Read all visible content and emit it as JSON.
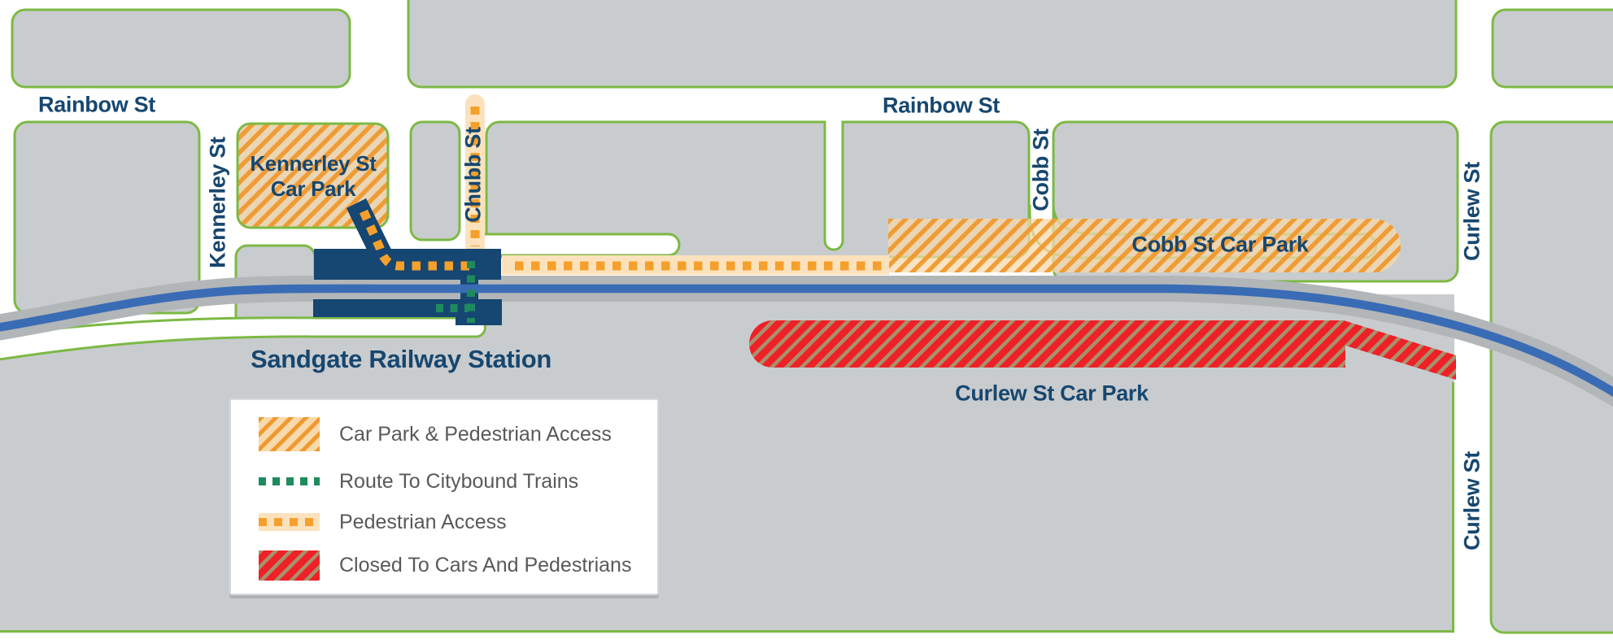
{
  "map": {
    "streets": {
      "rainbow_st_left": "Rainbow St",
      "rainbow_st_right": "Rainbow St",
      "kennerley_st": "Kennerley St",
      "chubb_st": "Chubb St",
      "cobb_st": "Cobb St",
      "curlew_st_upper": "Curlew St",
      "curlew_st_lower": "Curlew St"
    },
    "places": {
      "kennerley_car_park_line1": "Kennerley St",
      "kennerley_car_park_line2": "Car Park",
      "station": "Sandgate Railway Station",
      "cobb_car_park": "Cobb St Car Park",
      "curlew_car_park": "Curlew St Car Park"
    }
  },
  "legend": {
    "items": [
      {
        "key": "car-park-pedestrian-access",
        "label": "Car Park & Pedestrian Access"
      },
      {
        "key": "route-to-citybound-trains",
        "label": "Route To Citybound Trains"
      },
      {
        "key": "pedestrian-access",
        "label": "Pedestrian Access"
      },
      {
        "key": "closed-to-cars-and-pedestrians",
        "label": "Closed To Cars And Pedestrians"
      }
    ]
  },
  "colors": {
    "block_gray": "#c9cccf",
    "street_white": "#ffffff",
    "road_border_green": "#7cb944",
    "rail_casing_gray": "#b2b6b8",
    "rail_blue": "#3a6cb5",
    "station_navy": "#164672",
    "label_navy": "#17476f",
    "pedestrian_orange": "#f5a02c",
    "pedestrian_band_bg": "#fbe2bd",
    "hatch_orange_stripe": "#f0992e",
    "hatch_orange_bg": "#f7d9ab",
    "citybound_green": "#1f8a5e",
    "closed_red": "#ee2126",
    "closed_stripe_tan": "#a8906e",
    "legend_text": "#58595b"
  }
}
